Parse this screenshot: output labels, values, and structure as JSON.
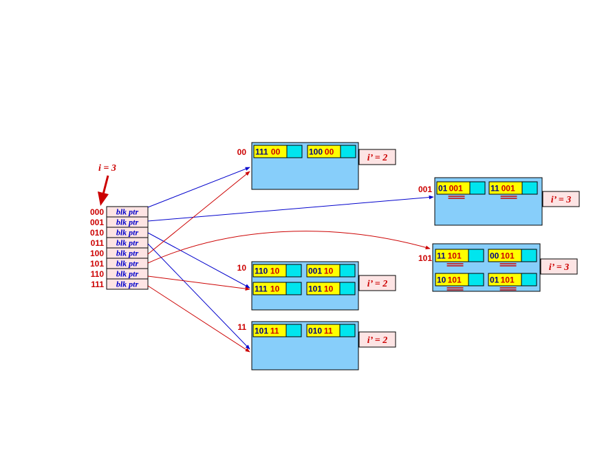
{
  "global_depth": "i = 3",
  "directory": [
    {
      "index": "000",
      "ptr": "blk ptr"
    },
    {
      "index": "001",
      "ptr": "blk ptr"
    },
    {
      "index": "010",
      "ptr": "blk ptr"
    },
    {
      "index": "011",
      "ptr": "blk ptr"
    },
    {
      "index": "100",
      "ptr": "blk ptr"
    },
    {
      "index": "101",
      "ptr": "blk ptr"
    },
    {
      "index": "110",
      "ptr": "blk ptr"
    },
    {
      "index": "111",
      "ptr": "blk ptr"
    }
  ],
  "buckets": [
    {
      "label": "00",
      "local_depth": "i’ = 2",
      "records": [
        {
          "prefix": "111",
          "suffix": "00"
        },
        {
          "prefix": "100",
          "suffix": "00"
        }
      ]
    },
    {
      "label": "001",
      "local_depth": "i’ = 3",
      "records": [
        {
          "prefix": "01",
          "suffix": "001"
        },
        {
          "prefix": "11",
          "suffix": "001"
        }
      ]
    },
    {
      "label": "101",
      "local_depth": "i’ = 3",
      "records": [
        {
          "prefix": "11",
          "suffix": "101"
        },
        {
          "prefix": "00",
          "suffix": "101"
        },
        {
          "prefix": "10",
          "suffix": "101"
        },
        {
          "prefix": "01",
          "suffix": "101"
        }
      ]
    },
    {
      "label": "10",
      "local_depth": "i’ = 2",
      "records": [
        {
          "prefix": "110",
          "suffix": "10"
        },
        {
          "prefix": "001",
          "suffix": "10"
        },
        {
          "prefix": "111",
          "suffix": "10"
        },
        {
          "prefix": "101",
          "suffix": "10"
        }
      ]
    },
    {
      "label": "11",
      "local_depth": "i’ = 2",
      "records": [
        {
          "prefix": "101",
          "suffix": "11"
        },
        {
          "prefix": "010",
          "suffix": "11"
        }
      ]
    }
  ],
  "colors": {
    "red": "#cc0000",
    "blue": "#0000cc",
    "bucket_fill": "#87cefa",
    "record_key_fill": "#ffff00",
    "record_ptr_fill": "#00e5ee",
    "directory_fill": "#fde4e4",
    "depth_fill": "#fde4e4"
  }
}
